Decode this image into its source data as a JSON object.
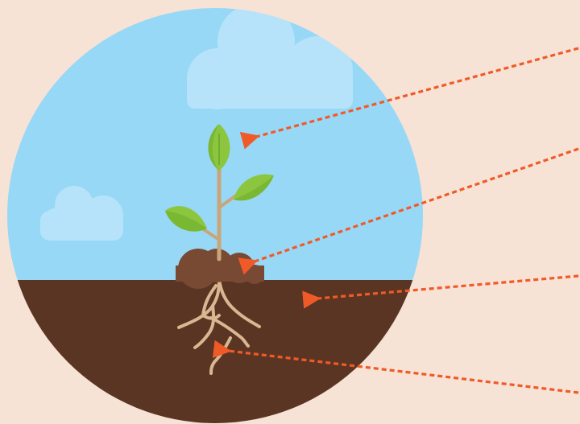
{
  "diagram": {
    "description_labels": [],
    "colors": {
      "background": "#f7e2d6",
      "sky": "#97d8f6",
      "cloud": "#b6e3f9",
      "soil": "#5b3523",
      "mound": "#784a34",
      "stem": "#c9a57a",
      "leaf_light": "#8cc63f",
      "leaf_dark": "#6aa42c",
      "root": "#d9b791",
      "pointer": "#f05a28"
    },
    "icons": [
      "cloud-icon",
      "sprout-icon",
      "leaf-icon",
      "soil-mound-icon",
      "roots-icon",
      "arrow-icon"
    ],
    "pointer_targets": [
      "leaves",
      "soil-mound",
      "soil",
      "roots"
    ]
  }
}
